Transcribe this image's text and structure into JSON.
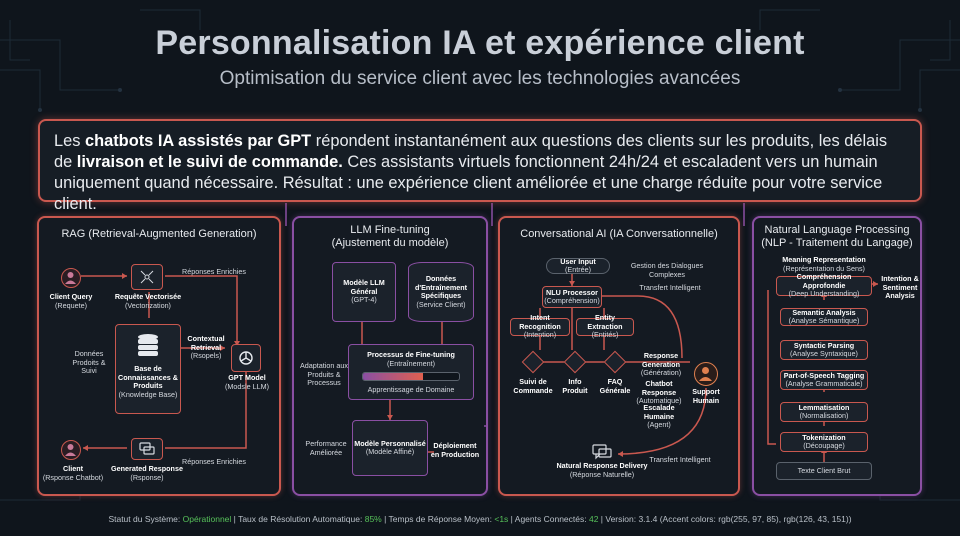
{
  "header": {
    "title": "Personnalisation IA et expérience client",
    "subtitle": "Optimisation du service client avec les technologies avancées"
  },
  "intro": {
    "part1": "Les ",
    "bold1": "chatbots IA assistés par GPT",
    "part2": " répondent instantanément aux questions des clients sur les produits, les délais de ",
    "bold2": "livraison et le suivi de commande.",
    "part3": " Ces assistants virtuels fonctionnent 24h/24 et escaladent vers un humain uniquement quand nécessaire. Résultat : une expérience client améliorée et une charge réduite pour votre service client."
  },
  "rag": {
    "title": "RAG (Retrieval-Augmented Generation)",
    "client_query": "Client Query",
    "client_query_sub": "(Requete)",
    "vectorize": "Requête Vectorisée",
    "vectorize_sub": "(Vectorization)",
    "responses_top": "Réponses Enrichies",
    "contextual": "Contextual Retrieval",
    "contextual_sub": "(Rsopels)",
    "data_products": "Données Prodoits & Suivi",
    "kb": "Base de Connaissances & Produits",
    "kb_sub": "(Knowledge Base)",
    "gpt": "GPT Model",
    "gpt_sub": "(Modsle LLM)",
    "client": "Client",
    "client_sub": "(Rsponse Chatbot)",
    "generated": "Generated Response",
    "generated_sub": "(Rsponse)",
    "responses_bottom": "Réponses Enrichies"
  },
  "llm": {
    "title": "LLM Fine-tuning",
    "title_sub": "(Ajustement du modèle)",
    "general_model": "Modèle LLM Général",
    "general_model_sub": "(GPT-4)",
    "training_data": "Données d'Entraînement Spécifiques",
    "training_data_sub": "(Service Client)",
    "adaptation": "Adaptation aux Produits & Processus",
    "process": "Processus de Fine-tuning",
    "process_sub": "(Entraînement)",
    "progress": 0.62,
    "domain_learning": "Apprentissage de Domaine",
    "performance": "Performance Améliorée",
    "custom_model": "Modèle Personnalisé",
    "custom_model_sub": "(Modèle Affiné)",
    "deploy": "Déploiement en Production"
  },
  "conv": {
    "title": "Conversational AI (IA Conversationnelle)",
    "user_input": "User Input",
    "user_input_sub": "(Entrée)",
    "dialog_mgmt": "Gestion des Dialogues Complexes",
    "nlu": "NLU Processor",
    "nlu_sub": "(Compréhension)",
    "transfer_top": "Transfert Intelligent",
    "intent": "Intent Recognition",
    "intent_sub": "(Intention)",
    "entity": "Entity Extraction",
    "entity_sub": "(Entités)",
    "response_gen": "Response Generation",
    "response_gen_sub": "(Génération)",
    "order_tracking": "Suivi de Commande",
    "product_info": "Info Produit",
    "faq": "FAQ Générale",
    "chatbot_resp": "Chatbot Response",
    "chatbot_resp_sub": "(Automatique)",
    "escalation": "Escalade Humaine",
    "escalation_sub": "(Agent)",
    "human_support": "Support Humain",
    "natural_delivery": "Natural Response Delivery",
    "natural_delivery_sub": "(Réponse Naturelle)",
    "transfer_bottom": "Transfert Intelligent"
  },
  "nlp": {
    "title": "Natural Language Processing",
    "title_sub": "(NLP - Traitement du Langage)",
    "meaning": "Meaning Representation",
    "meaning_sub": "(Représentation du Sens)",
    "deep": "Compréhension Approfondie",
    "deep_sub": "(Deep Understanding)",
    "intent_sentiment": "Intention & Sentiment Analysis",
    "semantic": "Semantic Analysis",
    "semantic_sub": "(Analyse Sémantique)",
    "syntactic": "Syntactic Parsing",
    "syntactic_sub": "(Analyse Syntaxique)",
    "pos": "Part-of-Speech Tagging",
    "pos_sub": "(Analyse Grammaticale)",
    "lemma": "Lemmatisation",
    "lemma_sub": "(Normalisation)",
    "token": "Tokenization",
    "token_sub": "(Découpage)",
    "raw_text": "Texte Client Brut"
  },
  "status": {
    "label_system": "Statut du Système: ",
    "system": "Opérationnel",
    "label_rate": " | Taux de Résolution Automatique: ",
    "rate": "85%",
    "label_time": " | Temps de Réponse Moyen: ",
    "time": "<1s",
    "label_agents": " | Agents Connectés: ",
    "agents": "42",
    "label_version": " | Version: 3.1.4 (Accent colors: rgb(255, 97, 85), rgb(126, 43, 151))"
  },
  "colors": {
    "red": "#c9584f",
    "purple": "#8a4fa3",
    "background": "#0f151c"
  }
}
